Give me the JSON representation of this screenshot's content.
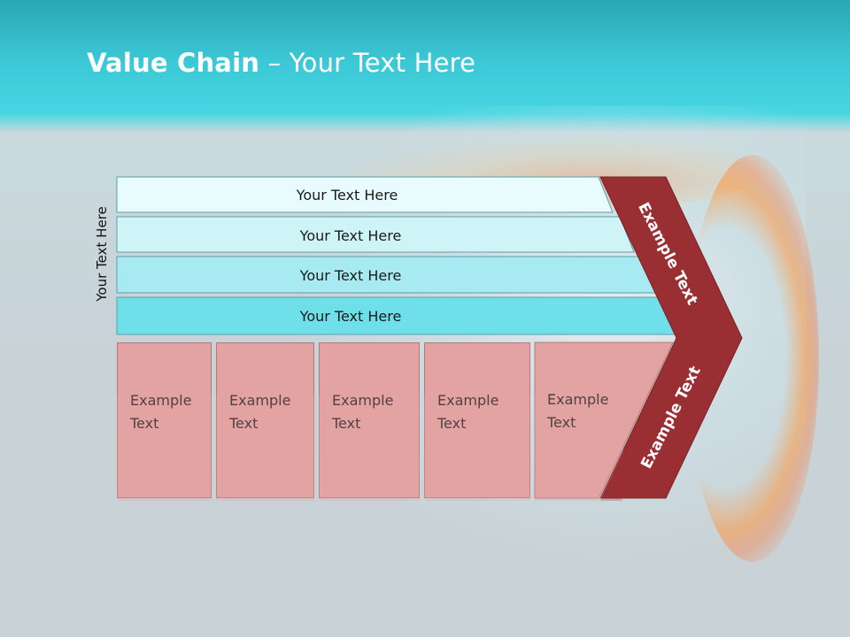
{
  "title": {
    "bold": "Value Chain",
    "rest": " – Your Text Here"
  },
  "side_label": "Your Text Here",
  "bars": [
    {
      "label": "Your Text Here",
      "color": "#e8fbfd"
    },
    {
      "label": "Your Text Here",
      "color": "#cff4f8"
    },
    {
      "label": "Your Text Here",
      "color": "#a8eaf2"
    },
    {
      "label": "Your Text Here",
      "color": "#6fe0ea"
    }
  ],
  "cells": [
    {
      "line1": "Example",
      "line2": "Text"
    },
    {
      "line1": "Example",
      "line2": "Text"
    },
    {
      "line1": "Example",
      "line2": "Text"
    },
    {
      "line1": "Example",
      "line2": "Text"
    },
    {
      "line1": "Example",
      "line2": "Text"
    }
  ],
  "chevron": {
    "top_label": "Example Text",
    "bottom_label": "Example Text",
    "color": "#9a2f33"
  }
}
